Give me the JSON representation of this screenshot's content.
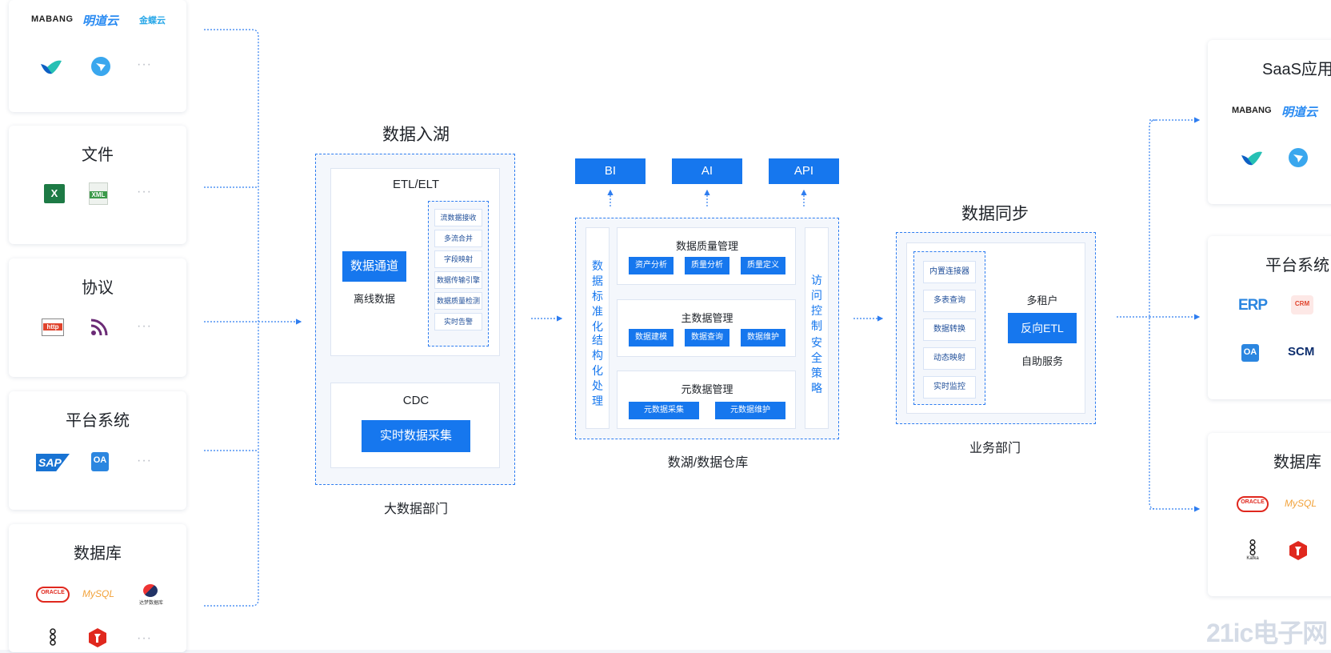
{
  "left_sources": {
    "saas": {
      "logos": [
        "MABANG",
        "明道云",
        "金蝶云"
      ],
      "more": "···"
    },
    "files": {
      "title": "文件",
      "icons": [
        "X",
        "XML"
      ],
      "more": "···"
    },
    "protocol": {
      "title": "协议",
      "icons": [
        "http"
      ],
      "more": "···"
    },
    "platform": {
      "title": "平台系统",
      "icons": [
        "SAP",
        "OA"
      ],
      "more": "···"
    },
    "database": {
      "title": "数据库",
      "icons": [
        "ORACLE",
        "MySQL",
        "达梦数据库"
      ],
      "more": "···"
    }
  },
  "ingest": {
    "title": "数据入湖",
    "etl_title": "ETL/ELT",
    "channel_button": "数据通道",
    "offline_label": "离线数据",
    "pipeline_items": [
      "流数据接收",
      "多流合并",
      "字段映射",
      "数据传输引擎",
      "数据质量检测",
      "实时告警"
    ],
    "cdc_title": "CDC",
    "cdc_button": "实时数据采集",
    "caption": "大数据部门"
  },
  "lake": {
    "top_buttons": [
      "BI",
      "AI",
      "API"
    ],
    "left_vertical": "数据标准化",
    "left_vertical2": "结构化处理",
    "right_vertical": "访问控制",
    "right_vertical2": "安全策略",
    "quality": {
      "title": "数据质量管理",
      "items": [
        "资产分析",
        "质量分析",
        "质量定义"
      ]
    },
    "master": {
      "title": "主数据管理",
      "items": [
        "数据建模",
        "数据查询",
        "数据维护"
      ]
    },
    "meta": {
      "title": "元数据管理",
      "items": [
        "元数据采集",
        "元数据维护"
      ]
    },
    "caption": "数湖/数据仓库"
  },
  "sync": {
    "title": "数据同步",
    "items": [
      "内置连接器",
      "多表查询",
      "数据转换",
      "动态映射",
      "实时监控"
    ],
    "tenant_label": "多租户",
    "etl_button": "反向ETL",
    "self_service_label": "自助服务",
    "caption": "业务部门"
  },
  "right_targets": {
    "saas": {
      "title": "SaaS应用",
      "logos": [
        "MABANG",
        "明道云"
      ]
    },
    "platform": {
      "title": "平台系统",
      "icons": [
        "ERP",
        "CRM",
        "OA",
        "SCM"
      ]
    },
    "database": {
      "title": "数据库",
      "icons": [
        "ORACLE",
        "MySQL",
        "Kafka"
      ]
    }
  },
  "watermark": "21ic电子网",
  "colors": {
    "accent": "#1677ee",
    "dash": "#2e7df0",
    "panel_bg": "#f4f7fc"
  }
}
